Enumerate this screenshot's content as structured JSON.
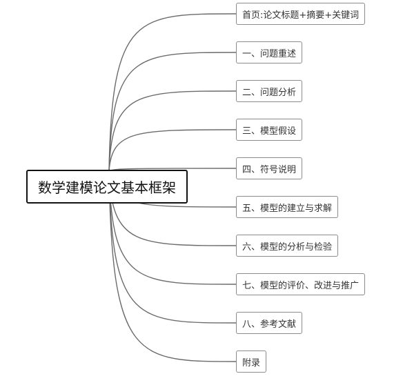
{
  "root": {
    "label": "数学建模论文基本框架"
  },
  "branches": [
    {
      "label": "首页:论文标题+摘要+关键词"
    },
    {
      "label": "一、问题重述"
    },
    {
      "label": "二、问题分析"
    },
    {
      "label": "三、模型假设"
    },
    {
      "label": "四、符号说明"
    },
    {
      "label": "五、模型的建立与求解"
    },
    {
      "label": "六、模型的分析与检验"
    },
    {
      "label": "七、模型的评价、改进与推广"
    },
    {
      "label": "八、参考文献"
    },
    {
      "label": "附录"
    }
  ],
  "colors": {
    "root_border": "#111111",
    "branch_border": "#8a8a8a",
    "connector": "#6b6b6b",
    "text": "#333333",
    "background": "#ffffff"
  }
}
